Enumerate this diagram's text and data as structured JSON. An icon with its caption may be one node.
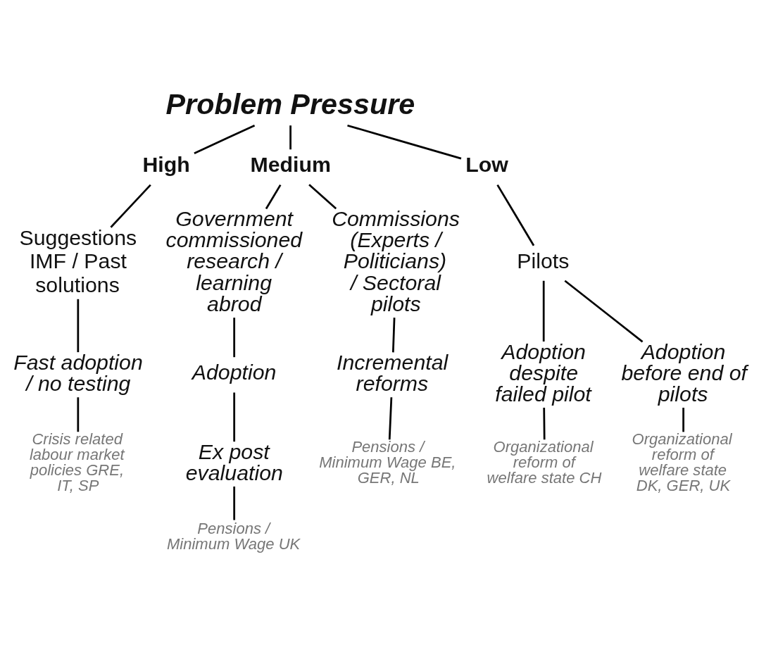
{
  "diagram": {
    "nodes": [
      {
        "text": [
          "Problem Pressure"
        ]
      },
      {
        "text": [
          "High"
        ]
      },
      {
        "text": [
          "Medium"
        ]
      },
      {
        "text": [
          "Low"
        ]
      },
      {
        "text": [
          "Suggestions IMF / Past solutions"
        ]
      },
      {
        "text": [
          "Fast adoption / no testing"
        ]
      },
      {
        "text": [
          "Crisis related labour market policies GRE, IT, SP"
        ]
      },
      {
        "text": [
          "Government commissioned research / learning abrod"
        ]
      },
      {
        "text": [
          "Adoption"
        ]
      },
      {
        "text": [
          "Ex post evaluation"
        ]
      },
      {
        "text": [
          "Pensions / Minimum Wage UK"
        ]
      },
      {
        "text": [
          "Commissions (Experts / Politicians) / Sectoral pilots"
        ]
      },
      {
        "text": [
          "Incremental reforms"
        ]
      },
      {
        "text": [
          "Pensions / Minimum Wage BE, GER, NL"
        ]
      },
      {
        "text": [
          "Pilots"
        ]
      },
      {
        "text": [
          "Adoption despite failed pilot"
        ]
      },
      {
        "text": [
          "Organizational reform of welfare state CH"
        ]
      },
      {
        "text": [
          "Adoption before end of pilots"
        ]
      },
      {
        "text": [
          "Organizational reform of welfare state DK, GER, UK"
        ]
      }
    ],
    "edges": [
      {
        "from": 0,
        "to": 1,
        "arrow": "none"
      },
      {
        "from": 0,
        "to": 2,
        "arrow": "none"
      },
      {
        "from": 0,
        "to": 3,
        "arrow": "none"
      },
      {
        "from": 1,
        "to": 4,
        "arrow": "none"
      },
      {
        "from": 4,
        "to": 5,
        "arrow": "none"
      },
      {
        "from": 5,
        "to": 6,
        "arrow": "none"
      },
      {
        "from": 2,
        "to": 7,
        "arrow": "none"
      },
      {
        "from": 7,
        "to": 8,
        "arrow": "none"
      },
      {
        "from": 8,
        "to": 9,
        "arrow": "none"
      },
      {
        "from": 9,
        "to": 10,
        "arrow": "none"
      },
      {
        "from": 2,
        "to": 11,
        "arrow": "none"
      },
      {
        "from": 11,
        "to": 12,
        "arrow": "none"
      },
      {
        "from": 12,
        "to": 13,
        "arrow": "none"
      },
      {
        "from": 3,
        "to": 14,
        "arrow": "none"
      },
      {
        "from": 14,
        "to": 15,
        "arrow": "none"
      },
      {
        "from": 14,
        "to": 17,
        "arrow": "none"
      },
      {
        "from": 15,
        "to": 16,
        "arrow": "none"
      },
      {
        "from": 17,
        "to": 18,
        "arrow": "none"
      }
    ]
  }
}
